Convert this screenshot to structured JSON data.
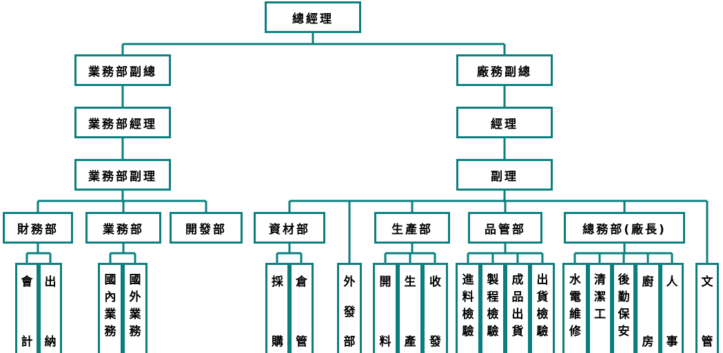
{
  "colors": {
    "line": "#0b7f7e",
    "box_border": "#0b7f7e",
    "text": "#000000",
    "background": "#ffffff"
  },
  "top": {
    "label": "總經理"
  },
  "sales": {
    "vp": "業務部副總",
    "manager": "業務部經理",
    "deputy": "業務部副理",
    "departments": {
      "finance": "財務部",
      "business": "業務部",
      "development": "開發部"
    },
    "units": {
      "accounting": [
        "會",
        "計"
      ],
      "cashier": [
        "出",
        "納"
      ],
      "domestic": [
        "國",
        "內",
        "業",
        "務"
      ],
      "foreign": [
        "國",
        "外",
        "業",
        "務"
      ]
    }
  },
  "factory": {
    "vp": "廠務副總",
    "manager": "經理",
    "deputy": "副理",
    "departments": {
      "materials": "資材部",
      "production": "生產部",
      "quality": "品管部",
      "general": "總務部(廠長)"
    },
    "units": {
      "purchasing": [
        "採",
        "購"
      ],
      "warehouse": [
        "倉",
        "管"
      ],
      "outsourcing": [
        "外",
        "發",
        "部"
      ],
      "material_cutting": [
        "開",
        "料"
      ],
      "manufacturing": [
        "生",
        "產"
      ],
      "receiving": [
        "收",
        "發"
      ],
      "incoming_inspection": [
        "進",
        "料",
        "檢",
        "驗"
      ],
      "process_inspection": [
        "製",
        "程",
        "檢",
        "驗"
      ],
      "finished_goods_shipping": [
        "成",
        "品",
        "出",
        "貨"
      ],
      "shipping_inspection": [
        "出",
        "貨",
        "檢",
        "驗"
      ],
      "utilities_maintenance": [
        "水",
        "電",
        "維",
        "修"
      ],
      "cleaning": [
        "清",
        "潔",
        "工"
      ],
      "logistics_security": [
        "後",
        "勤",
        "保",
        "安"
      ],
      "kitchen": [
        "廚",
        "房"
      ],
      "personnel": [
        "人",
        "事"
      ],
      "documents": [
        "文",
        "管"
      ]
    }
  }
}
